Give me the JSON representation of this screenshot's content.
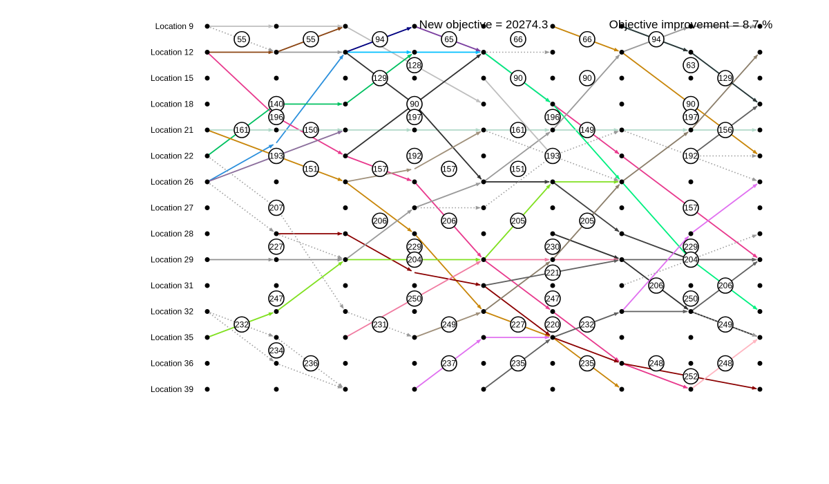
{
  "header": {
    "objective_text": "New objective = 20274.3",
    "improvement_text": "Objective improvement = 8.7 %"
  },
  "locations": [
    "Location 9",
    "Location 12",
    "Location 15",
    "Location 18",
    "Location 21",
    "Location 22",
    "Location 26",
    "Location 27",
    "Location 28",
    "Location 29",
    "Location 31",
    "Location 32",
    "Location 35",
    "Location 36",
    "Location 39"
  ],
  "time_steps": 9,
  "routes": [
    {
      "color": "#bebebe",
      "style": "solid",
      "points": [
        [
          0,
          0
        ],
        [
          1,
          0
        ],
        [
          2,
          0
        ],
        [
          3,
          1.5
        ],
        [
          4,
          3
        ]
      ]
    },
    {
      "color": "#000080",
      "style": "solid",
      "points": [
        [
          2,
          1
        ],
        [
          3,
          0
        ]
      ]
    },
    {
      "color": "#8b4513",
      "style": "solid",
      "points": [
        [
          0,
          1
        ],
        [
          1,
          1
        ],
        [
          2,
          0
        ]
      ]
    },
    {
      "color": "#9a9a9a",
      "style": "solid",
      "points": [
        [
          1,
          1
        ],
        [
          2,
          1
        ]
      ]
    },
    {
      "color": "#00bfff",
      "style": "solid",
      "points": [
        [
          2,
          1
        ],
        [
          3,
          1
        ],
        [
          4,
          1
        ]
      ]
    },
    {
      "color": "#2a8fdc",
      "style": "solid",
      "points": [
        [
          0,
          6
        ],
        [
          1,
          4.5
        ],
        [
          2,
          1
        ]
      ]
    },
    {
      "color": "#7b3fa0",
      "style": "solid",
      "points": [
        [
          3,
          0
        ],
        [
          4,
          1
        ],
        [
          5,
          3
        ]
      ]
    },
    {
      "color": "#e8398d",
      "style": "solid",
      "points": [
        [
          0,
          1
        ],
        [
          1,
          3.5
        ],
        [
          2,
          5
        ],
        [
          3,
          6
        ],
        [
          4,
          9
        ],
        [
          5,
          11
        ],
        [
          6,
          13
        ],
        [
          7,
          14
        ]
      ]
    },
    {
      "color": "#e8398d",
      "style": "solid",
      "points": [
        [
          5,
          3
        ],
        [
          6,
          5
        ],
        [
          7,
          7
        ],
        [
          8,
          9
        ]
      ]
    },
    {
      "color": "#00c060",
      "style": "solid",
      "points": [
        [
          0,
          5
        ],
        [
          1,
          3
        ],
        [
          2,
          3
        ],
        [
          3,
          1
        ]
      ]
    },
    {
      "color": "#00f080",
      "style": "solid",
      "points": [
        [
          4,
          1
        ],
        [
          5,
          3
        ],
        [
          6,
          6
        ],
        [
          7,
          9
        ],
        [
          8,
          11
        ]
      ]
    },
    {
      "color": "#b0d8c8",
      "style": "solid",
      "points": [
        [
          0,
          4
        ],
        [
          1,
          4
        ],
        [
          2,
          4
        ],
        [
          3,
          4
        ],
        [
          4,
          4
        ],
        [
          5,
          4
        ],
        [
          6,
          4
        ],
        [
          7,
          4
        ],
        [
          8,
          4
        ]
      ]
    },
    {
      "color": "#c8860a",
      "style": "solid",
      "points": [
        [
          0,
          4
        ],
        [
          1,
          5
        ],
        [
          2,
          6
        ],
        [
          3,
          8
        ],
        [
          4,
          11
        ],
        [
          5,
          12
        ],
        [
          6,
          14
        ]
      ]
    },
    {
      "color": "#c8860a",
      "style": "solid",
      "points": [
        [
          5,
          0
        ],
        [
          6,
          1
        ],
        [
          7,
          3
        ],
        [
          8,
          5
        ]
      ]
    },
    {
      "color": "#8b6e9c",
      "style": "solid",
      "points": [
        [
          0,
          6
        ],
        [
          1,
          5
        ],
        [
          2,
          4
        ]
      ]
    },
    {
      "color": "#303030",
      "style": "solid",
      "points": [
        [
          2,
          1
        ],
        [
          3,
          3
        ],
        [
          4,
          6
        ],
        [
          5,
          6
        ]
      ]
    },
    {
      "color": "#303030",
      "style": "solid",
      "points": [
        [
          2,
          5
        ],
        [
          3,
          3
        ],
        [
          4,
          1
        ]
      ]
    },
    {
      "color": "#303030",
      "style": "solid",
      "points": [
        [
          5,
          8
        ],
        [
          6,
          9
        ],
        [
          7,
          11
        ],
        [
          8,
          12
        ]
      ]
    },
    {
      "color": "#404040",
      "style": "solid",
      "points": [
        [
          4,
          6
        ],
        [
          5,
          6
        ],
        [
          6,
          8
        ],
        [
          7,
          9
        ],
        [
          8,
          9
        ]
      ]
    },
    {
      "color": "#8b0000",
      "style": "solid",
      "points": [
        [
          1,
          8
        ],
        [
          2,
          8
        ],
        [
          3,
          9.5
        ],
        [
          4,
          10
        ],
        [
          5,
          12
        ],
        [
          6,
          13
        ],
        [
          7,
          13.5
        ],
        [
          8,
          14
        ]
      ]
    },
    {
      "color": "#80e020",
      "style": "solid",
      "points": [
        [
          0,
          12
        ],
        [
          1,
          11
        ],
        [
          2,
          9
        ],
        [
          3,
          9
        ],
        [
          4,
          9
        ],
        [
          5,
          6
        ],
        [
          6,
          6
        ]
      ]
    },
    {
      "color": "#9a9a9a",
      "style": "solid",
      "points": [
        [
          2,
          9
        ],
        [
          3,
          7
        ],
        [
          4,
          6
        ],
        [
          5,
          4
        ],
        [
          6,
          1
        ],
        [
          7,
          0
        ],
        [
          8,
          0
        ]
      ]
    },
    {
      "color": "#909090",
      "style": "solid",
      "points": [
        [
          0,
          9
        ],
        [
          1,
          9
        ],
        [
          2,
          9
        ]
      ]
    },
    {
      "color": "#f07aa0",
      "style": "solid",
      "points": [
        [
          2,
          12
        ],
        [
          3,
          10.5
        ],
        [
          4,
          9
        ],
        [
          5,
          9
        ],
        [
          6,
          9
        ]
      ]
    },
    {
      "color": "#a0907a",
      "style": "solid",
      "points": [
        [
          2,
          6
        ],
        [
          3,
          5.5
        ],
        [
          4,
          4
        ]
      ]
    },
    {
      "color": "#a0907a",
      "style": "solid",
      "points": [
        [
          3,
          12
        ],
        [
          4,
          11
        ]
      ]
    },
    {
      "color": "#8b7e6a",
      "style": "solid",
      "points": [
        [
          4,
          11
        ],
        [
          5,
          9
        ],
        [
          6,
          6
        ],
        [
          7,
          4
        ],
        [
          8,
          1
        ]
      ]
    },
    {
      "color": "#606060",
      "style": "solid",
      "points": [
        [
          4,
          10
        ],
        [
          5,
          9.5
        ],
        [
          6,
          9
        ]
      ]
    },
    {
      "color": "#606060",
      "style": "solid",
      "points": [
        [
          6,
          9
        ],
        [
          7,
          9
        ],
        [
          8,
          9
        ]
      ]
    },
    {
      "color": "#606060",
      "style": "solid",
      "points": [
        [
          5,
          12
        ],
        [
          6,
          11
        ],
        [
          7,
          11
        ],
        [
          8,
          9
        ]
      ]
    },
    {
      "color": "#606060",
      "style": "solid",
      "points": [
        [
          4,
          14
        ],
        [
          5,
          12
        ]
      ]
    },
    {
      "color": "#e070f0",
      "style": "solid",
      "points": [
        [
          3,
          14
        ],
        [
          4,
          12
        ],
        [
          5,
          12
        ]
      ]
    },
    {
      "color": "#e070f0",
      "style": "solid",
      "points": [
        [
          6,
          11
        ],
        [
          7,
          8
        ],
        [
          8,
          6
        ]
      ]
    },
    {
      "color": "#00e8f0",
      "style": "solid",
      "points": [
        [
          6,
          0
        ],
        [
          7,
          1
        ],
        [
          8,
          3
        ]
      ]
    },
    {
      "color": "#303030",
      "style": "solid",
      "points": [
        [
          6,
          0
        ],
        [
          7,
          1
        ],
        [
          8,
          3
        ]
      ]
    },
    {
      "color": "#606060",
      "style": "solid",
      "points": [
        [
          7,
          5
        ],
        [
          8,
          3
        ]
      ]
    },
    {
      "color": "#ffb6c1",
      "style": "solid",
      "points": [
        [
          7,
          14
        ],
        [
          8,
          12
        ]
      ]
    },
    {
      "color": "#9a9a9a",
      "style": "dotted",
      "points": [
        [
          0,
          0
        ],
        [
          1,
          1
        ]
      ]
    },
    {
      "color": "#9a9a9a",
      "style": "dotted",
      "points": [
        [
          0,
          5
        ],
        [
          1,
          7
        ],
        [
          2,
          11
        ],
        [
          3,
          12
        ]
      ]
    },
    {
      "color": "#9a9a9a",
      "style": "dotted",
      "points": [
        [
          0,
          6
        ],
        [
          1,
          8
        ],
        [
          2,
          9
        ]
      ]
    },
    {
      "color": "#9a9a9a",
      "style": "dotted",
      "points": [
        [
          0,
          11
        ],
        [
          1,
          12
        ],
        [
          2,
          14
        ]
      ]
    },
    {
      "color": "#9a9a9a",
      "style": "dotted",
      "points": [
        [
          0,
          11
        ],
        [
          1,
          13
        ],
        [
          2,
          14
        ]
      ]
    },
    {
      "color": "#9a9a9a",
      "style": "dotted",
      "points": [
        [
          3,
          7
        ],
        [
          4,
          7
        ],
        [
          5,
          5
        ],
        [
          6,
          4
        ]
      ]
    },
    {
      "color": "#9a9a9a",
      "style": "dotted",
      "points": [
        [
          4,
          4
        ],
        [
          5,
          5
        ],
        [
          6,
          6
        ]
      ]
    },
    {
      "color": "#9a9a9a",
      "style": "dotted",
      "points": [
        [
          4,
          1
        ],
        [
          5,
          1
        ]
      ]
    },
    {
      "color": "#9a9a9a",
      "style": "dotted",
      "points": [
        [
          6,
          4
        ],
        [
          7,
          5
        ],
        [
          8,
          6
        ]
      ]
    },
    {
      "color": "#9a9a9a",
      "style": "dotted",
      "points": [
        [
          6,
          10
        ],
        [
          7,
          9
        ],
        [
          8,
          8
        ]
      ]
    },
    {
      "color": "#9a9a9a",
      "style": "dotted",
      "points": [
        [
          7,
          5
        ],
        [
          8,
          5
        ]
      ]
    },
    {
      "color": "#9a9a9a",
      "style": "dotted",
      "points": [
        [
          7,
          11
        ],
        [
          8,
          12
        ]
      ]
    },
    {
      "color": "#bebebe",
      "style": "solid",
      "points": [
        [
          4,
          2
        ],
        [
          5,
          5
        ]
      ]
    }
  ],
  "node_labels": [
    {
      "t": 0.5,
      "loc": 0.5,
      "text": "55"
    },
    {
      "t": 1.5,
      "loc": 0.5,
      "text": "55"
    },
    {
      "t": 2.5,
      "loc": 0.5,
      "text": "94"
    },
    {
      "t": 3.5,
      "loc": 0.5,
      "text": "65"
    },
    {
      "t": 4.5,
      "loc": 0.5,
      "text": "66"
    },
    {
      "t": 5.5,
      "loc": 0.5,
      "text": "66"
    },
    {
      "t": 6.5,
      "loc": 0.5,
      "text": "94"
    },
    {
      "t": 7,
      "loc": 1.5,
      "text": "63"
    },
    {
      "t": 3,
      "loc": 1.5,
      "text": "128"
    },
    {
      "t": 2.5,
      "loc": 2,
      "text": "129"
    },
    {
      "t": 4.5,
      "loc": 2,
      "text": "90"
    },
    {
      "t": 5.5,
      "loc": 2,
      "text": "90"
    },
    {
      "t": 7.5,
      "loc": 2,
      "text": "129"
    },
    {
      "t": 1,
      "loc": 3,
      "text": "140"
    },
    {
      "t": 3,
      "loc": 3,
      "text": "90"
    },
    {
      "t": 7,
      "loc": 3,
      "text": "90"
    },
    {
      "t": 1,
      "loc": 3.5,
      "text": "196"
    },
    {
      "t": 3,
      "loc": 3.5,
      "text": "197"
    },
    {
      "t": 5,
      "loc": 3.5,
      "text": "196"
    },
    {
      "t": 7,
      "loc": 3.5,
      "text": "197"
    },
    {
      "t": 0.5,
      "loc": 4,
      "text": "161"
    },
    {
      "t": 1.5,
      "loc": 4,
      "text": "150"
    },
    {
      "t": 4.5,
      "loc": 4,
      "text": "161"
    },
    {
      "t": 5.5,
      "loc": 4,
      "text": "149"
    },
    {
      "t": 7.5,
      "loc": 4,
      "text": "156"
    },
    {
      "t": 1,
      "loc": 5,
      "text": "193"
    },
    {
      "t": 3,
      "loc": 5,
      "text": "192"
    },
    {
      "t": 5,
      "loc": 5,
      "text": "193"
    },
    {
      "t": 7,
      "loc": 5,
      "text": "192"
    },
    {
      "t": 1.5,
      "loc": 5.5,
      "text": "151"
    },
    {
      "t": 2.5,
      "loc": 5.5,
      "text": "157"
    },
    {
      "t": 3.5,
      "loc": 5.5,
      "text": "157"
    },
    {
      "t": 4.5,
      "loc": 5.5,
      "text": "151"
    },
    {
      "t": 1,
      "loc": 7,
      "text": "207"
    },
    {
      "t": 7,
      "loc": 7,
      "text": "157"
    },
    {
      "t": 2.5,
      "loc": 7.5,
      "text": "206"
    },
    {
      "t": 3.5,
      "loc": 7.5,
      "text": "206"
    },
    {
      "t": 4.5,
      "loc": 7.5,
      "text": "205"
    },
    {
      "t": 5.5,
      "loc": 7.5,
      "text": "205"
    },
    {
      "t": 1,
      "loc": 8.5,
      "text": "227"
    },
    {
      "t": 3,
      "loc": 8.5,
      "text": "229"
    },
    {
      "t": 5,
      "loc": 8.5,
      "text": "230"
    },
    {
      "t": 7,
      "loc": 8.5,
      "text": "229"
    },
    {
      "t": 3,
      "loc": 9,
      "text": "204"
    },
    {
      "t": 7,
      "loc": 9,
      "text": "204"
    },
    {
      "t": 5,
      "loc": 9.5,
      "text": "221"
    },
    {
      "t": 6.5,
      "loc": 10,
      "text": "206"
    },
    {
      "t": 7.5,
      "loc": 10,
      "text": "206"
    },
    {
      "t": 1,
      "loc": 10.5,
      "text": "247"
    },
    {
      "t": 3,
      "loc": 10.5,
      "text": "250"
    },
    {
      "t": 5,
      "loc": 10.5,
      "text": "247"
    },
    {
      "t": 7,
      "loc": 10.5,
      "text": "250"
    },
    {
      "t": 0.5,
      "loc": 11.5,
      "text": "232"
    },
    {
      "t": 2.5,
      "loc": 11.5,
      "text": "231"
    },
    {
      "t": 3.5,
      "loc": 11.5,
      "text": "249"
    },
    {
      "t": 4.5,
      "loc": 11.5,
      "text": "227"
    },
    {
      "t": 5,
      "loc": 11.5,
      "text": "220"
    },
    {
      "t": 5.5,
      "loc": 11.5,
      "text": "232"
    },
    {
      "t": 7.5,
      "loc": 11.5,
      "text": "249"
    },
    {
      "t": 1,
      "loc": 12.5,
      "text": "234"
    },
    {
      "t": 1.5,
      "loc": 13,
      "text": "236"
    },
    {
      "t": 3.5,
      "loc": 13,
      "text": "237"
    },
    {
      "t": 4.5,
      "loc": 13,
      "text": "235"
    },
    {
      "t": 5.5,
      "loc": 13,
      "text": "235"
    },
    {
      "t": 6.5,
      "loc": 13,
      "text": "248"
    },
    {
      "t": 7.5,
      "loc": 13,
      "text": "248"
    },
    {
      "t": 7,
      "loc": 13.5,
      "text": "252"
    }
  ]
}
